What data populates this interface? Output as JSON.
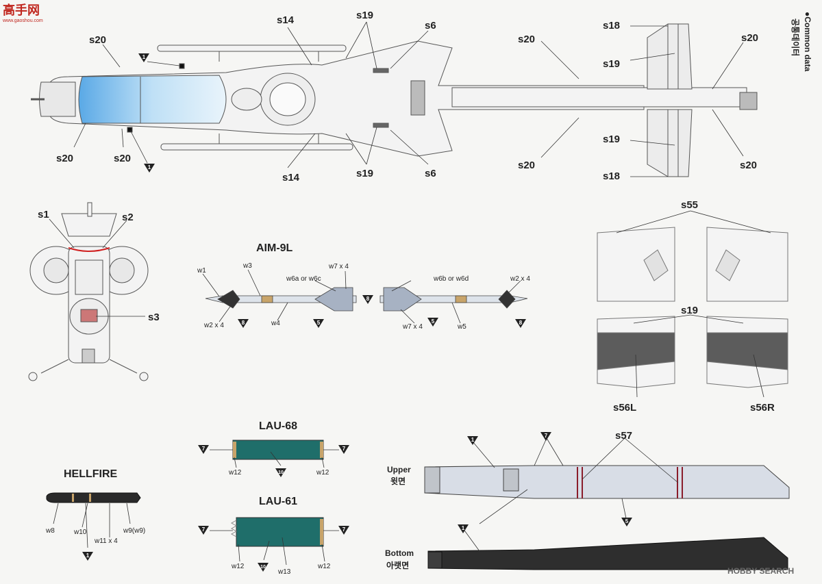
{
  "watermark_top": {
    "cn": "高手网",
    "url": "www.gaoshou.com"
  },
  "watermark_bottom": "HOBBY SEARCH",
  "common_data": {
    "en": "Common data",
    "ko": "공통데이터"
  },
  "top_view": {
    "s20": "s20",
    "s14": "s14",
    "s19": "s19",
    "s6": "s6",
    "s18": "s18",
    "m1": "1"
  },
  "front_view": {
    "s1": "s1",
    "s2": "s2",
    "s3": "s3"
  },
  "aim9l": {
    "title": "AIM-9L",
    "w1": "w1",
    "w3": "w3",
    "w2x4": "w2 x 4",
    "w4": "w4",
    "w5": "w5",
    "w6a": "w6a or w6c",
    "w6b": "w6b or w6d",
    "w7x4": "w7 x 4",
    "m5": "5",
    "m8": "8"
  },
  "panels": {
    "s55": "s55",
    "s19": "s19",
    "s56L": "s56L",
    "s56R": "s56R"
  },
  "lau68": {
    "title": "LAU-68",
    "w12": "w12",
    "m7": "7",
    "m10": "10"
  },
  "lau61": {
    "title": "LAU-61",
    "w12": "w12",
    "w13": "w13",
    "m7": "7",
    "m10": "10"
  },
  "hellfire": {
    "title": "HELLFIRE",
    "w8": "w8",
    "w10": "w10",
    "w11": "w11 x 4",
    "w9": "w9(w9)",
    "m1": "1"
  },
  "blade": {
    "upper_en": "Upper",
    "upper_ko": "윗면",
    "bottom_en": "Bottom",
    "bottom_ko": "아랫면",
    "s57": "s57",
    "m1": "1",
    "m5": "5",
    "m7": "7"
  }
}
